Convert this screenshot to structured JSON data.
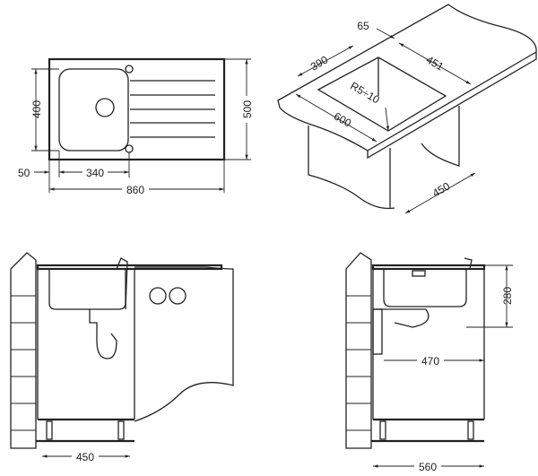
{
  "top_view": {
    "bowl_height": "400",
    "overall_depth": "500",
    "offset": "50",
    "bowl_width": "340",
    "overall_width": "860"
  },
  "cutout_view": {
    "offset": "65",
    "cutout_width": "390",
    "cutout_length": "451",
    "corner_radius": "R5÷10",
    "counter_length": "600",
    "cabinet_depth": "450"
  },
  "front_section": {
    "cabinet_width": "450"
  },
  "side_section": {
    "bowl_depth": "280",
    "drain_distance": "470",
    "cabinet_width": "560"
  }
}
